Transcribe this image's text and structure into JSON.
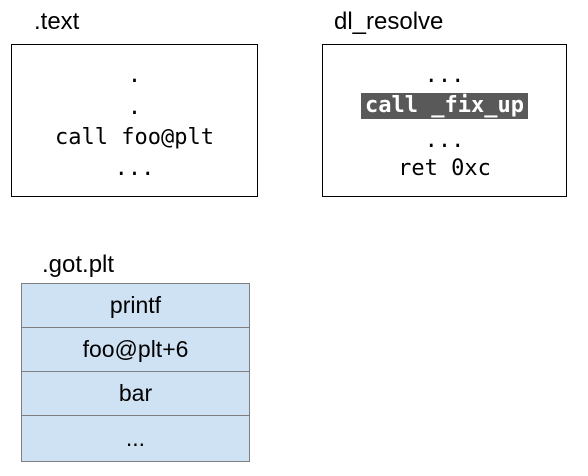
{
  "text_section": {
    "label": ".text",
    "lines": [
      ".",
      ".",
      "call foo@plt",
      "..."
    ]
  },
  "dl_resolve": {
    "label": "dl_resolve",
    "lines": [
      "...",
      "call _fix_up",
      "...",
      "ret 0xc"
    ],
    "highlight_line": 1
  },
  "got_plt": {
    "label": ".got.plt",
    "entries": [
      "printf",
      "foo@plt+6",
      "bar",
      "..."
    ]
  },
  "colors": {
    "got_entry_fill": "#cfe2f3",
    "got_entry_border": "#7f7f7f",
    "highlight_fill": "#595959",
    "highlight_text": "#ffffff"
  }
}
